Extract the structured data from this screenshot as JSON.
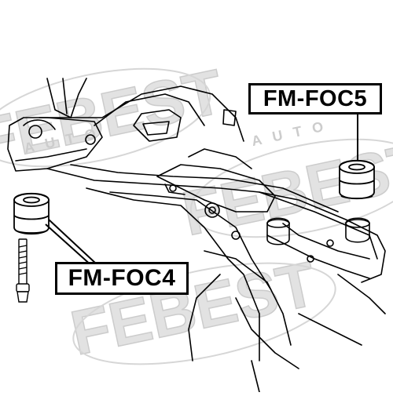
{
  "labels": {
    "part_upper": "FM-FOC5",
    "part_lower": "FM-FOC4"
  },
  "watermark": {
    "brand": "FEBEST",
    "tagline": "AUTO"
  },
  "colors": {
    "line": "#000000",
    "background": "#ffffff",
    "watermark": "#d8d8d8"
  }
}
